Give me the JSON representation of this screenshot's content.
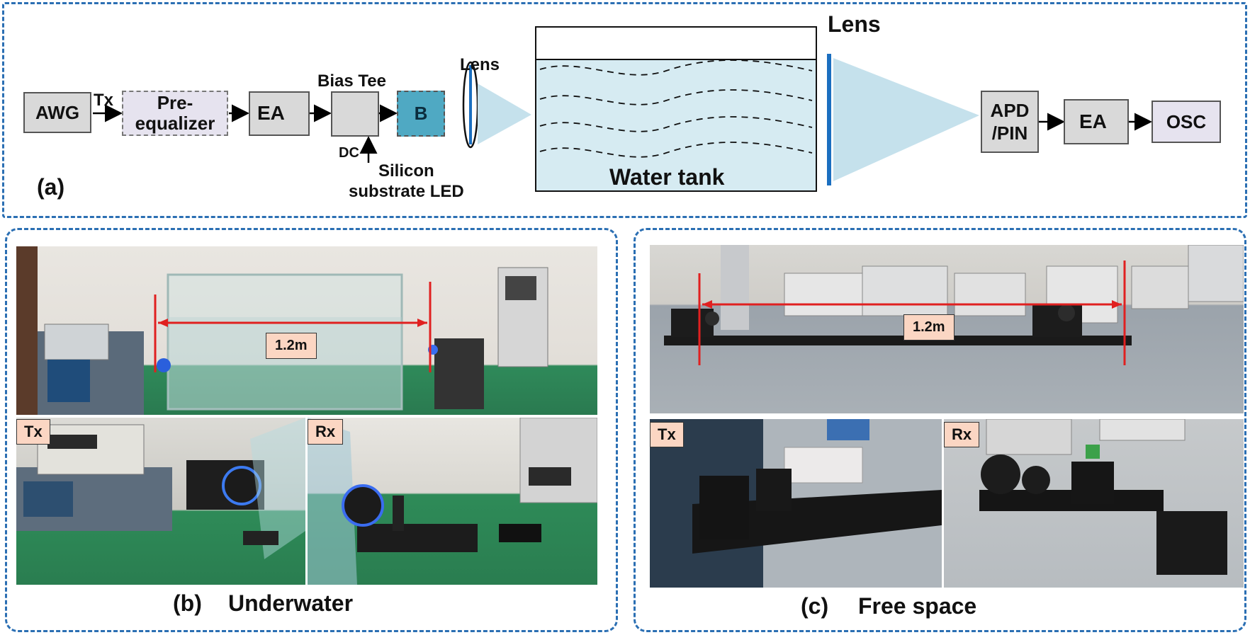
{
  "panel_a": {
    "label": "(a)",
    "awg": "AWG",
    "tx": "Tx",
    "pre_equalizer": "Pre-\nequalizer",
    "ea1": "EA",
    "bias_tee": "Bias Tee",
    "dc": "DC",
    "led_block": "B",
    "led_label": "Silicon\nsubstrate LED",
    "lens1": "Lens",
    "water_tank": "Water tank",
    "lens2": "Lens",
    "apd": "APD\n/PIN",
    "ea2": "EA",
    "osc": "OSC",
    "colors": {
      "water": "#d6ebf2",
      "beam": "#c5e1ec",
      "frame": "#2b6fb3",
      "lens_blue": "#1b6fc0"
    }
  },
  "panel_b": {
    "label": "(b)",
    "title": "Underwater",
    "distance": "1.2m",
    "tx_tag": "Tx",
    "rx_tag": "Rx"
  },
  "panel_c": {
    "label": "(c)",
    "title": "Free space",
    "distance": "1.2m",
    "tx_tag": "Tx",
    "rx_tag": "Rx"
  }
}
